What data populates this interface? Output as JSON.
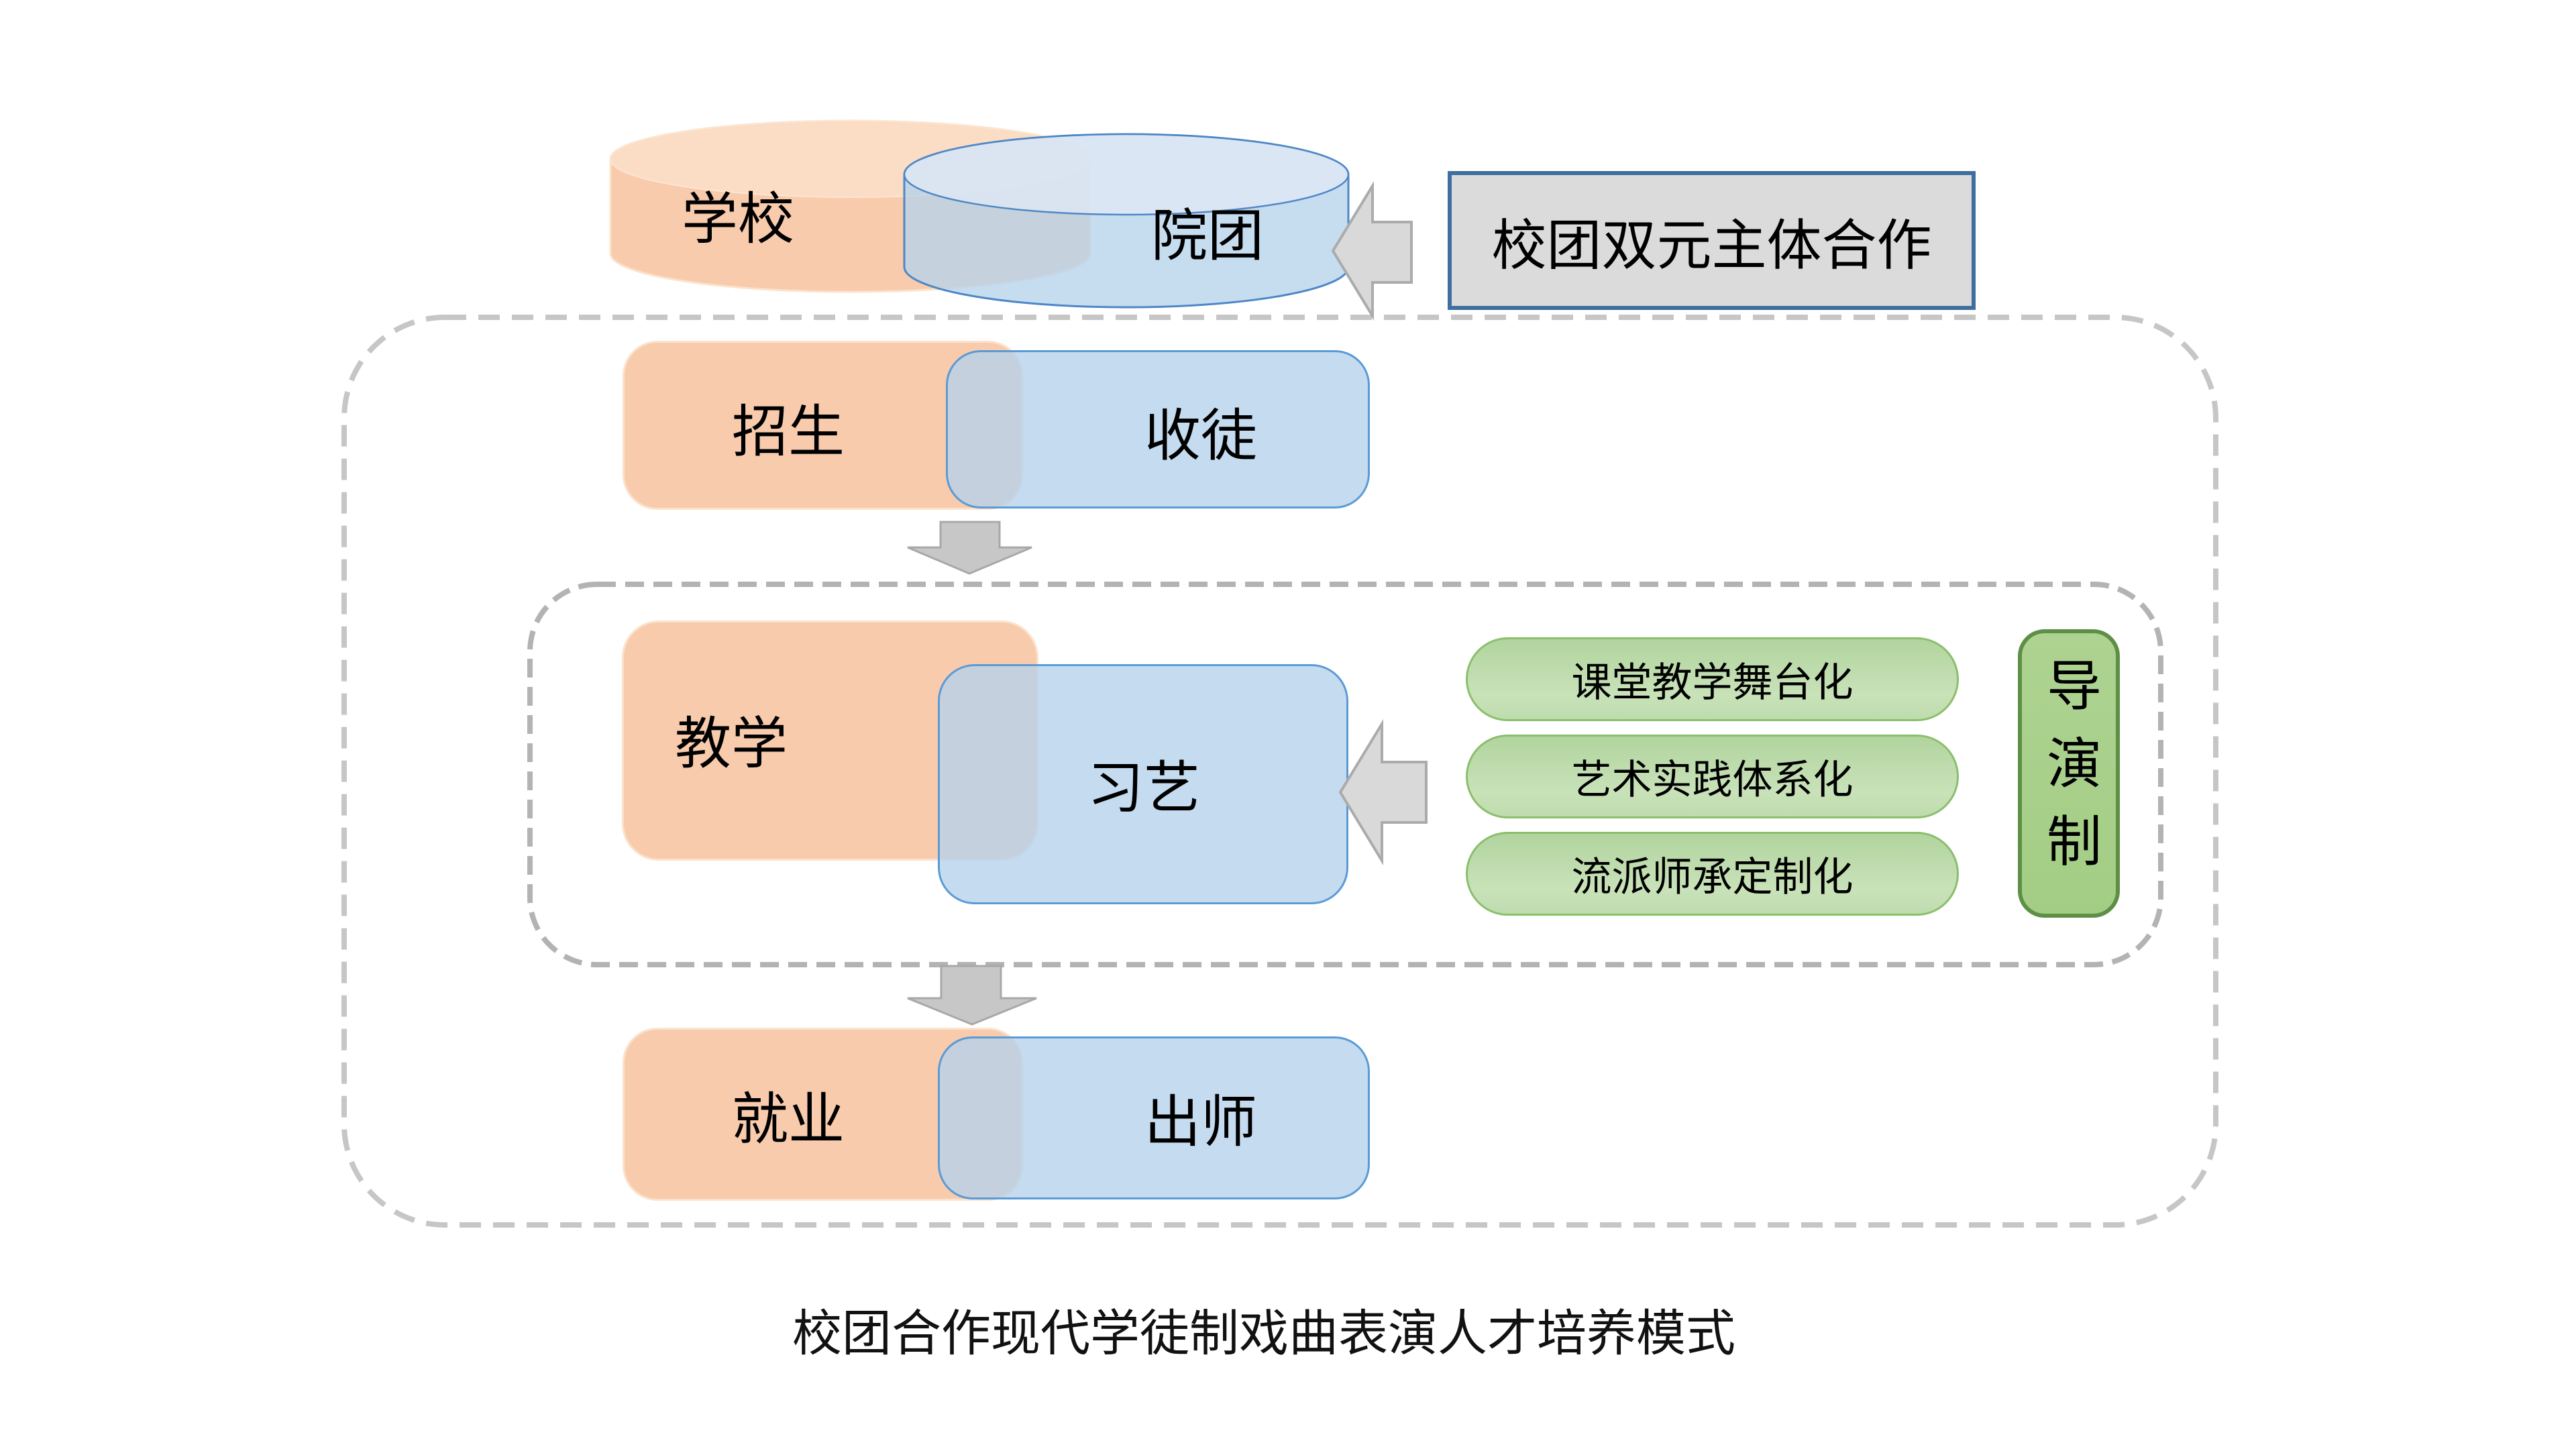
{
  "diagram": {
    "caption": "校团合作现代学徒制戏曲表演人才培养模式",
    "entities": {
      "school": "学校",
      "troupe": "院团"
    },
    "cooperation_label": "校团双元主体合作",
    "stages": [
      {
        "school_side": "招生",
        "troupe_side": "收徒"
      },
      {
        "school_side": "教学",
        "troupe_side": "习艺"
      },
      {
        "school_side": "就业",
        "troupe_side": "出师"
      }
    ],
    "teaching_methods": [
      "课堂教学舞台化",
      "艺术实践体系化",
      "流派师承定制化"
    ],
    "director_system_label": "导演制",
    "icons": {
      "cooperation_arrow": "left-arrow-icon",
      "methods_arrow": "left-arrow-icon",
      "flow_arrows": "down-arrow-icon"
    },
    "colors": {
      "school_fill": "#f8cbad",
      "troupe_fill": "#bdd7ee",
      "troupe_border": "#5b9bd5",
      "method_fill": "#c5e0b4",
      "method_border": "#8abf6c",
      "director_fill": "#a9d18e",
      "director_border": "#5d8f46",
      "cooperation_fill": "#dbdbdb",
      "cooperation_border": "#3f6f9f",
      "arrow_fill": "#d2d2d2",
      "dashed_frame": "#bdbdbd"
    }
  }
}
